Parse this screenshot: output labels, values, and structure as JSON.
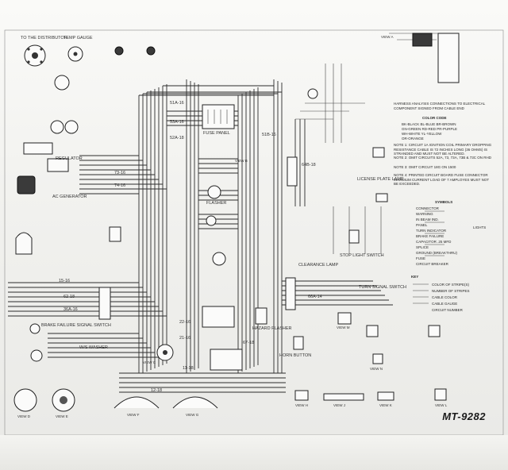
{
  "drawing_number": "MT-9282",
  "legend": {
    "code_title": "COLOR CODE",
    "code_rows": [
      "BK-BLACK   BL-BLUE   BR-BROWN",
      "GN-GREEN   RD-RED    PR-PURPLE",
      "WH-WHITE   YL-YELLOW",
      "OR-ORANGE"
    ],
    "notes": [
      "HARNESS ANALYSIS CONNECTIONS TO ELECTRICAL COMPONENT SIGNED FROM CABLE END",
      "NOTE 1: CIRCUIT 1A IGNITION COIL PRIMARY DROPPING RESISTANCE CABLE IS 72 INCHES LONG (36 OHMS) IS STRANDED AND MUST NOT BE ALTERED.",
      "NOTE 2: OMIT CIRCUITS 52A, 73, 73A, 73B & 73C ON RHD",
      "NOTE 3: OMIT CIRCUIT 18G ON 1500",
      "NOTE 4: PRINTED CIRCUIT BOARD FUSE CONNECTOR MAXIMUM CURRENT LOAD OF 7 AMPLOYES MUST NOT BE EXCEEDED."
    ],
    "symbols_title": "SYMBOLS",
    "symbols": [
      "CONNECTOR",
      "WARNING",
      "IN BEAM IND.",
      "PANEL",
      "TURN INDICATOR",
      "BRAKE FAILURE",
      "CAPACITOR .25 MFD",
      "SPLICE",
      "GROUND (BREAKTHRU)",
      "FUSE",
      "CIRCUIT BREAKER"
    ],
    "lights_label": "LIGHTS",
    "key_title": "KEY",
    "key_items": [
      "COLOR OF STRIPE(S)",
      "NUMBER OF STRIPES",
      "CABLE COLOR",
      "CABLE GAUGE",
      "CIRCUIT NUMBER"
    ]
  },
  "components": {
    "distributor": "TO THE DISTRIBUTOR",
    "heat_gauge": "TEMP GAUGE",
    "generator": "AC GENERATOR",
    "regulator": "REGULATOR",
    "fuse_panel": "FUSE PANEL",
    "flasher": "FLASHER",
    "brake_switch": "BRAKE FAILURE SIGNAL SWITCH",
    "wiper_motor": "W/S WASHER",
    "hazard_flasher": "HAZARD FLASHER",
    "horn_button": "HORN BUTTON",
    "license_lamp": "LICENSE PLATE LAMP",
    "clearance_lamp": "CLEARANCE LAMP",
    "turn_switch": "TURN SIGNAL SWITCH",
    "stop_light": "STOP LIGHT SWITCH"
  },
  "views": [
    "VIEW A",
    "VIEW B",
    "VIEW C",
    "VIEW D",
    "VIEW E",
    "VIEW F",
    "VIEW G",
    "VIEW H",
    "VIEW J",
    "VIEW K",
    "VIEW L",
    "VIEW M",
    "VIEW N"
  ],
  "circuit_labels": [
    "51A-16",
    "53A-16",
    "52A-18",
    "73-16",
    "74-16",
    "15-16",
    "62-18",
    "36A-16",
    "22-16",
    "21-16",
    "11-18",
    "67-18",
    "66A-14",
    "51B-16",
    "64B-18",
    "12-18"
  ]
}
